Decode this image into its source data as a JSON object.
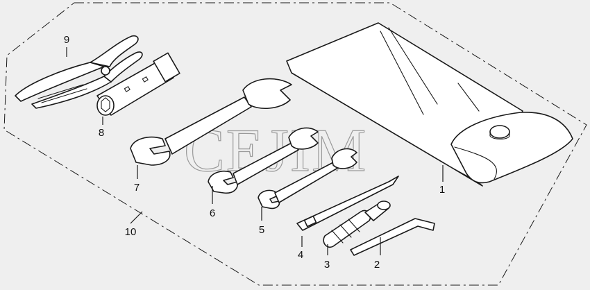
{
  "watermark": "CEJIM",
  "callouts": [
    {
      "id": "1",
      "label": "1"
    },
    {
      "id": "2",
      "label": "2"
    },
    {
      "id": "3",
      "label": "3"
    },
    {
      "id": "4",
      "label": "4"
    },
    {
      "id": "5",
      "label": "5"
    },
    {
      "id": "6",
      "label": "6"
    },
    {
      "id": "7",
      "label": "7"
    },
    {
      "id": "8",
      "label": "8"
    },
    {
      "id": "9",
      "label": "9"
    },
    {
      "id": "10",
      "label": "10"
    }
  ]
}
